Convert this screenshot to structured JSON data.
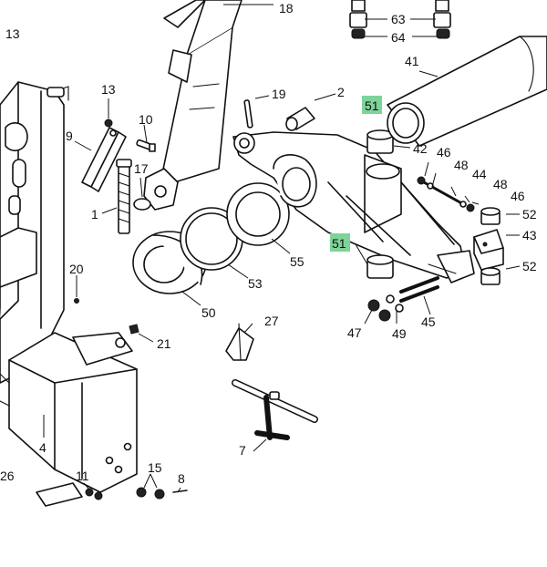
{
  "highlight_color": "#7ed39a",
  "callouts": {
    "c13a": "13",
    "c18": "18",
    "c63": "63",
    "c64": "64",
    "c41": "41",
    "c13b": "13",
    "c19": "19",
    "c2": "2",
    "c51a": "51",
    "c10": "10",
    "c9": "9",
    "c42": "42",
    "c46a": "46",
    "c48a": "48",
    "c44": "44",
    "c48b": "48",
    "c46b": "46",
    "c17": "17",
    "c1": "1",
    "c52a": "52",
    "c43": "43",
    "c51b": "51",
    "c55": "55",
    "c52b": "52",
    "c20": "20",
    "c53": "53",
    "c50": "50",
    "c45": "45",
    "c27": "27",
    "c47": "47",
    "c49": "49",
    "c21": "21",
    "c7": "7",
    "c4": "4",
    "c15": "15",
    "c26": "26",
    "c11": "11",
    "c8": "8"
  }
}
